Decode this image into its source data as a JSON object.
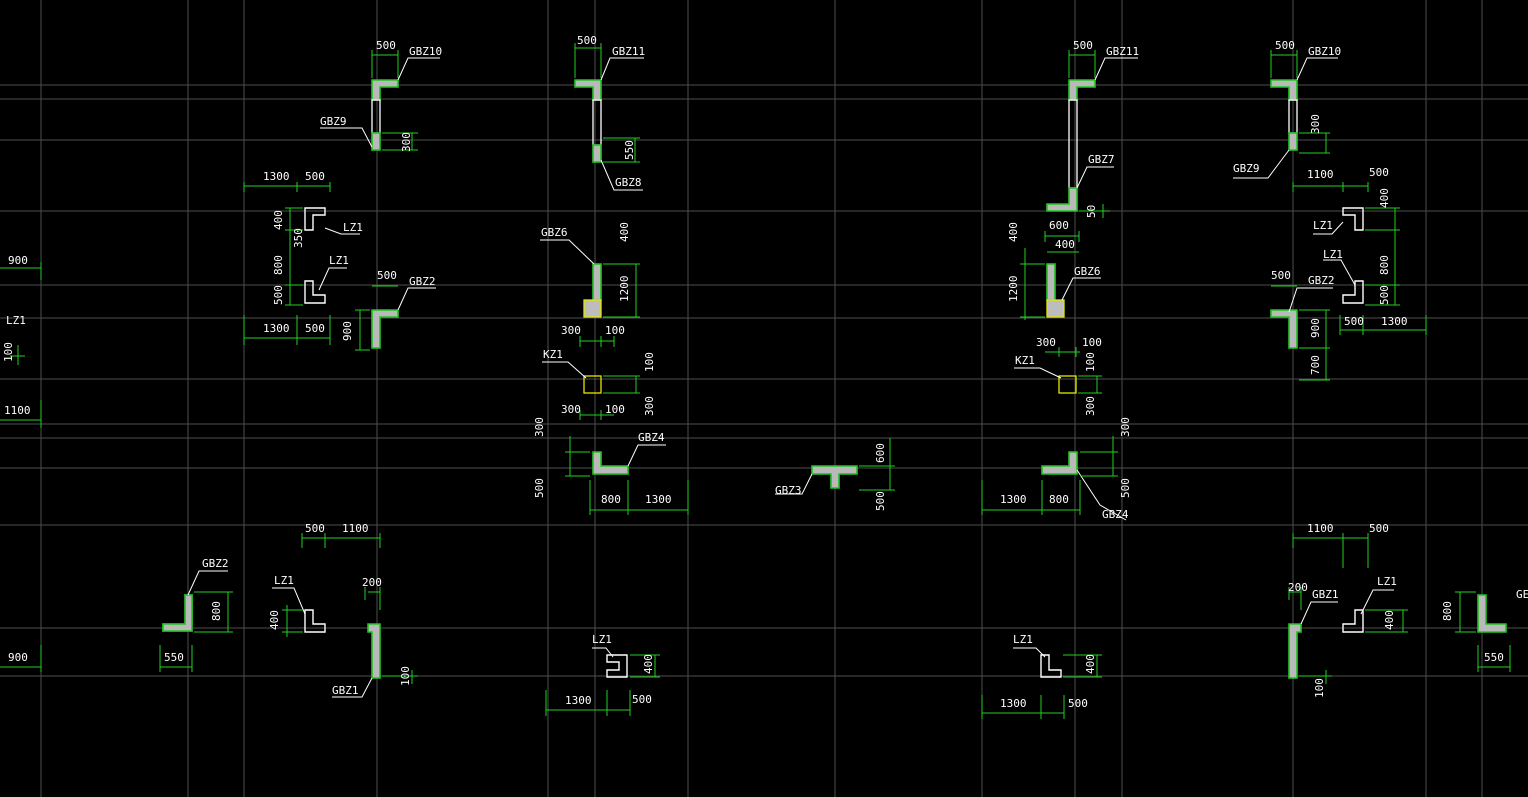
{
  "viewport": {
    "background": "#000000",
    "grid_color": "#4e4e4e",
    "dimension_color": "#1fd11f",
    "wall_fill": "#b9b9b9",
    "wall_edge": "#22c422",
    "column_edge": "#e6e600",
    "text_color": "#ffffff"
  },
  "tags": {
    "gbz10_a": "GBZ10",
    "gbz9_a": "GBZ9",
    "gbz11_a": "GBZ11",
    "gbz8": "GBZ8",
    "lz1_a": "LZ1",
    "lz1_b": "LZ1",
    "gbz2_a": "GBZ2",
    "gbz6_a": "GBZ6",
    "kz1_a": "KZ1",
    "gbz4_a": "GBZ4",
    "gbz3": "GBZ3",
    "gbz11_b": "GBZ11",
    "gbz7": "GBZ7",
    "gbz6_b": "GBZ6",
    "kz1_b": "KZ1",
    "gbz4_b": "GBZ4",
    "gbz10_b": "GBZ10",
    "gbz9_b": "GBZ9",
    "lz1_c": "LZ1",
    "lz1_d": "LZ1",
    "gbz2_b": "GBZ2",
    "lz1_left": "LZ1",
    "gbz2_c": "GBZ2",
    "lz1_e": "LZ1",
    "gbz1_a": "GBZ1",
    "lz1_f": "LZ1",
    "lz1_g": "LZ1",
    "gbz1_b": "GBZ1",
    "lz1_h": "LZ1",
    "gb_edge": "GE"
  },
  "dims": {
    "d500_a": "500",
    "d300_a": "300",
    "d1300_a": "1300",
    "d500_b": "500",
    "d400_a": "400",
    "d350": "350",
    "d800_a": "800",
    "d500_c": "500",
    "d1300_b": "1300",
    "d500_d": "500",
    "d500_e": "500",
    "d900_a": "900",
    "d900_left": "900",
    "d100_left": "100",
    "d1100_left": "1100",
    "d500_f": "500",
    "d550_a": "550",
    "d400_b": "400",
    "d1200_a": "1200",
    "d300_b": "300",
    "d100_a": "100",
    "d100_b": "100",
    "d300_c": "300",
    "d100_c": "100",
    "d300_d": "300",
    "d300_e": "300",
    "d500_g": "500",
    "d800_b": "800",
    "d1300_c": "1300",
    "d600_a": "600",
    "d500_h": "500",
    "d500_i": "500",
    "d50": "50",
    "d600_b": "600",
    "d400_c": "400",
    "d400_d": "400",
    "d1200_b": "1200",
    "d300_f": "300",
    "d100_d": "100",
    "d100_e": "100",
    "d300_g": "300",
    "d300_h": "300",
    "d500_j": "500",
    "d1300_d": "1300",
    "d800_c": "800",
    "d500_k": "500",
    "d300_i": "300",
    "d1100_a": "1100",
    "d500_l": "500",
    "d400_e": "400",
    "d800_d": "800",
    "d500_m": "500",
    "d500_n": "500",
    "d900_b": "900",
    "d500_o": "500",
    "d1300_e": "1300",
    "d700": "700",
    "d900_left2": "900",
    "d550_b": "550",
    "d800_e": "800",
    "d500_p": "500",
    "d1100_b": "1100",
    "d400_f": "400",
    "d200_a": "200",
    "d100_f": "100",
    "d400_g": "400",
    "d1300_f": "1300",
    "d500_q": "500",
    "d400_h": "400",
    "d1300_g": "1300",
    "d500_r": "500",
    "d1100_c": "1100",
    "d500_s": "500",
    "d200_b": "200",
    "d400_i": "400",
    "d100_g": "100",
    "d800_f": "800",
    "d550_c": "550"
  }
}
